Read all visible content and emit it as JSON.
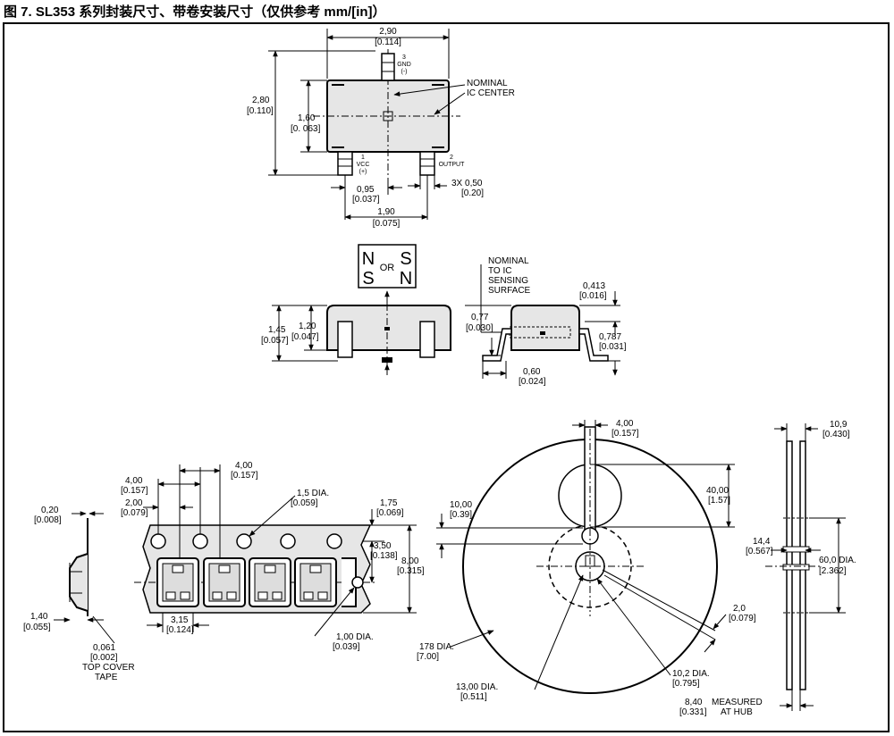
{
  "title": "图 7. SL353 系列封装尺寸、带卷安装尺寸（仅供参考 mm/[in]）",
  "top_view": {
    "width": "2,90",
    "width_in": "[0.114]",
    "height": "2,80",
    "height_in": "[0.110]",
    "body_h": "1,60",
    "body_h_in": "[0. 063]",
    "pin3_num": "3",
    "pin3_name": "GND",
    "pin3_sign": "(-)",
    "pin1_num": "1",
    "pin1_name": "VCC",
    "pin1_sign": "(+)",
    "pin2_num": "2",
    "pin2_name": "OUTPUT",
    "nominal_1": "NOMINAL",
    "nominal_2": "IC CENTER",
    "pitch": "0,95",
    "pitch_in": "[0.037]",
    "lead_w": "3X 0,50",
    "lead_w_in": "[0.20]",
    "span": "1,90",
    "span_in": "[0.075]"
  },
  "pole": {
    "n1": "N",
    "s1": "S",
    "or": "OR",
    "s2": "S",
    "n2": "N"
  },
  "front_view": {
    "total_h": "1,45",
    "total_h_in": "[0.057]",
    "body_h": "1,20",
    "body_h_in": "[0.047]"
  },
  "side_view": {
    "nom_1": "NOMINAL",
    "nom_2": "TO IC",
    "nom_3": "SENSING",
    "nom_4": "SURFACE",
    "top": "0,413",
    "top_in": "[0.016]",
    "left": "0,77",
    "left_in": "[0.030]",
    "right": "0,787",
    "right_in": "[0.031]",
    "foot": "0,60",
    "foot_in": "[0.024]"
  },
  "tape": {
    "cover_t": "0,20",
    "cover_t_in": "[0.008]",
    "pitch_a": "4,00",
    "pitch_a_in": "[0.157]",
    "hole_off": "2,00",
    "hole_off_in": "[0.079]",
    "pitch_b": "4,00",
    "pitch_b_in": "[0.157]",
    "hole_d": "1,5 DIA.",
    "hole_d_in": "[0.059]",
    "edge": "1,75",
    "edge_in": "[0.069]",
    "center": "3,50",
    "center_in": "[0.138]",
    "width": "8,00",
    "width_in": "[0.315]",
    "pocket_t": "1,40",
    "pocket_t_in": "[0.055]",
    "pocket_w": "3,15",
    "pocket_w_in": "[0.124]",
    "hole_small": "1,00 DIA.",
    "hole_small_in": "[0.039]",
    "cover_film": "0,061",
    "cover_film_in": "[0.002]",
    "cover_label_1": "TOP COVER",
    "cover_label_2": "TAPE"
  },
  "reel": {
    "slot_w": "4,00",
    "slot_w_in": "[0.157]",
    "hub_off": "10,00",
    "hub_off_in": "[0.39]",
    "window": "40,00",
    "window_in": "[1.57]",
    "rim": "2,0",
    "rim_in": "[0.079]",
    "outer": "178 DIA.",
    "outer_in": "[7.00]",
    "arbor": "13,00 DIA.",
    "arbor_in": "[0.511]",
    "key": "10,2 DIA.",
    "key_in": "[0.795]"
  },
  "reel_side": {
    "flange": "10,9",
    "flange_in": "[0.430]",
    "hub_w": "14,4",
    "hub_w_in": "[0.567]",
    "hub_d": "60,0 DIA.",
    "hub_d_in": "[2.362]",
    "hub_meas": "8,40",
    "hub_meas_in": "[0.331]",
    "meas_1": "MEASURED",
    "meas_2": "AT HUB"
  }
}
